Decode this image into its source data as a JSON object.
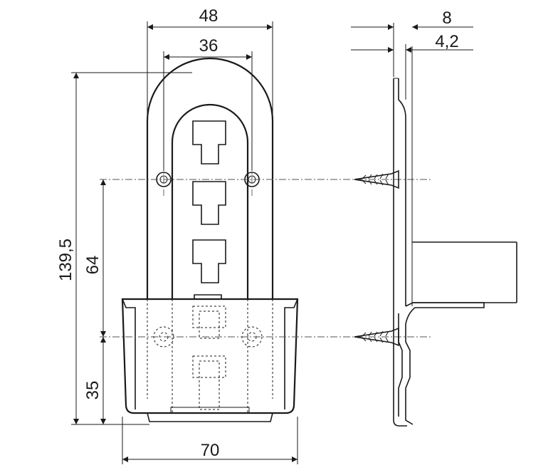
{
  "dimensions": {
    "width_outer": "48",
    "width_inner": "36",
    "depth_total": "8",
    "depth_plate": "4,2",
    "height_total": "139,5",
    "hole_spacing": "64",
    "lower_offset": "35",
    "width_base": "70"
  },
  "colors": {
    "line": "#1a1a1a",
    "background": "#ffffff"
  }
}
